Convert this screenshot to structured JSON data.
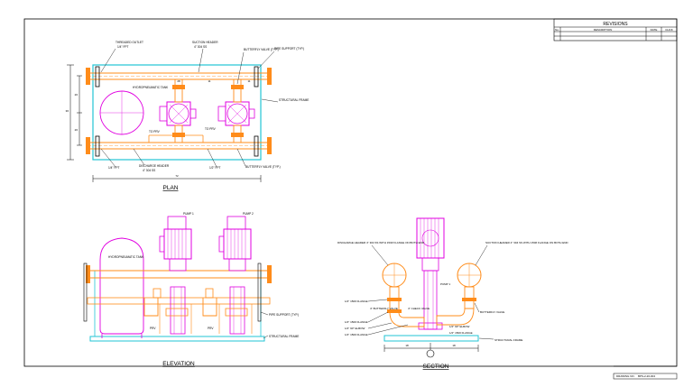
{
  "colors": {
    "frame": "#000000",
    "piping": "#ff8c1a",
    "pump": "#e000e0",
    "structure": "#22c4d4",
    "tank": "#e000e0",
    "dimension": "#000000"
  },
  "revisions": {
    "title": "REVISIONS",
    "headers": {
      "no": "No.",
      "description": "DESCRIPTION",
      "date": "DATE",
      "chk": "CHCK"
    }
  },
  "views": {
    "plan": "PLAN",
    "elevation": "ELEVATION",
    "section": "SECTION"
  },
  "plan_labels": {
    "threaded_outlet": "THREADED OUTLET",
    "threaded_outlet_size": "1/4\" FPT",
    "suction_header": "SUCTION HEADER",
    "suction_header_size": "4\" 304 SS",
    "butterfly_valve": "BUTTERFLY VALVE (TYP.)",
    "pipe_support": "PIPE SUPPORT (TYP.)",
    "hydro_tank": "HYDROPNEUMATIC TANK",
    "structural_frame": "STRUCTURAL FRAME",
    "to_prv_left": "TO PRV",
    "to_prv_right": "TO PRV",
    "fpt_left": "1/4\" FPT",
    "discharge_header": "DISCHARGE HEADER",
    "discharge_header_size": "4\" 304 SS",
    "fpt_right": "1/2\" FPT",
    "butterfly_valve_bottom": "BUTTERFLY VALVE (TYP.)",
    "dim_a": "26",
    "dim_b": "28",
    "dim_c": "11",
    "dim_d": "72",
    "dim_e": "36"
  },
  "elevation_labels": {
    "pump1": "PUMP 1",
    "pump2": "PUMP 2",
    "tank": "HYDROPNEUMATIC TANK",
    "pipe_support": "PIPE SUPPORT (TYP.)",
    "structural_frame": "STRUCTURAL FRAME",
    "prv_left": "PRV",
    "prv_right": "PRV"
  },
  "section_labels": {
    "discharge_header": "DISCHARGE HEADER 4\" 304 SS WITH 150# FLANGE ON BOTH END",
    "suction_header": "SUCTION HEADER 4\" 304 SS WITH 150# FLANGE ON BOTH END",
    "pump1": "PUMP 1",
    "flange_1": "1/2\" 150# FLANGE",
    "butterfly": "4\" BUTTERFLY VALVE",
    "check": "4\" CHECK VALVE",
    "flange_2": "1/2\" 150# FLANGE",
    "elbow_left": "1/2\" 90° ELBOW",
    "elbow_right": "1/2\" 90° ELBOW",
    "flange_3": "1/2\" 150# FLANGE",
    "flange_4": "1/2\" 150# FLANGE",
    "butterfly_right": "BUTTERFLY VALVE",
    "structural_frame": "STRUCTURAL FRAME",
    "dim_left": "18",
    "dim_right": "18",
    "dim_total": "36"
  },
  "title_block": {
    "drawing_no_label": "DRAWING NO.",
    "drawing_no": "BPS-2-20-004"
  }
}
